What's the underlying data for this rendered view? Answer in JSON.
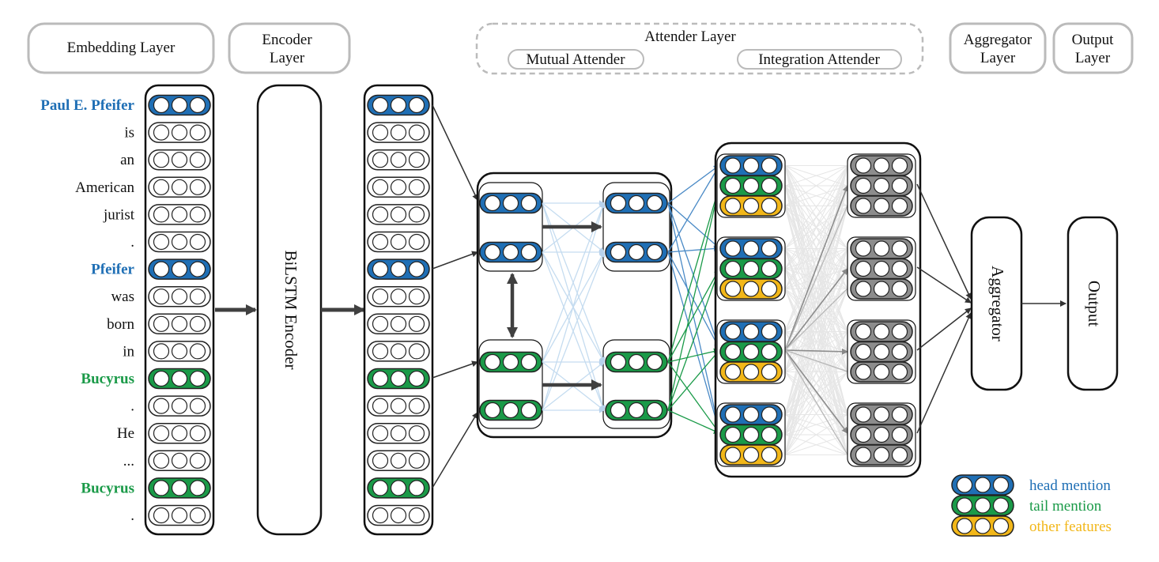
{
  "headers": {
    "embedding": "Embedding Layer",
    "encoder_line1": "Encoder",
    "encoder_line2": "Layer",
    "attender": "Attender Layer",
    "mutual": "Mutual Attender",
    "integration": "Integration Attender",
    "aggregator_line1": "Aggregator",
    "aggregator_line2": "Layer",
    "output_line1": "Output",
    "output_line2": "Layer"
  },
  "tokens": [
    {
      "text": "Paul E. Pfeifer",
      "type": "head"
    },
    {
      "text": "is",
      "type": "plain"
    },
    {
      "text": "an",
      "type": "plain"
    },
    {
      "text": "American",
      "type": "plain"
    },
    {
      "text": "jurist",
      "type": "plain"
    },
    {
      "text": ".",
      "type": "plain"
    },
    {
      "text": "Pfeifer",
      "type": "head"
    },
    {
      "text": "was",
      "type": "plain"
    },
    {
      "text": "born",
      "type": "plain"
    },
    {
      "text": "in",
      "type": "plain"
    },
    {
      "text": "Bucyrus",
      "type": "tail"
    },
    {
      "text": ".",
      "type": "plain"
    },
    {
      "text": "He",
      "type": "plain"
    },
    {
      "text": "...",
      "type": "plain"
    },
    {
      "text": "Bucyrus",
      "type": "tail"
    },
    {
      "text": ".",
      "type": "plain"
    }
  ],
  "modules": {
    "encoder": "BiLSTM   Encoder",
    "aggregator": "Aggregator",
    "output": "Output"
  },
  "legend": [
    {
      "label": "head mention",
      "type": "head"
    },
    {
      "label": "tail mention",
      "type": "tail"
    },
    {
      "label": "other features",
      "type": "other"
    }
  ],
  "colors": {
    "head": "#1f6fb5",
    "tail": "#1a9a48",
    "other": "#f2b719",
    "gray": "#8c8c8c",
    "plain": "#ffffff"
  }
}
